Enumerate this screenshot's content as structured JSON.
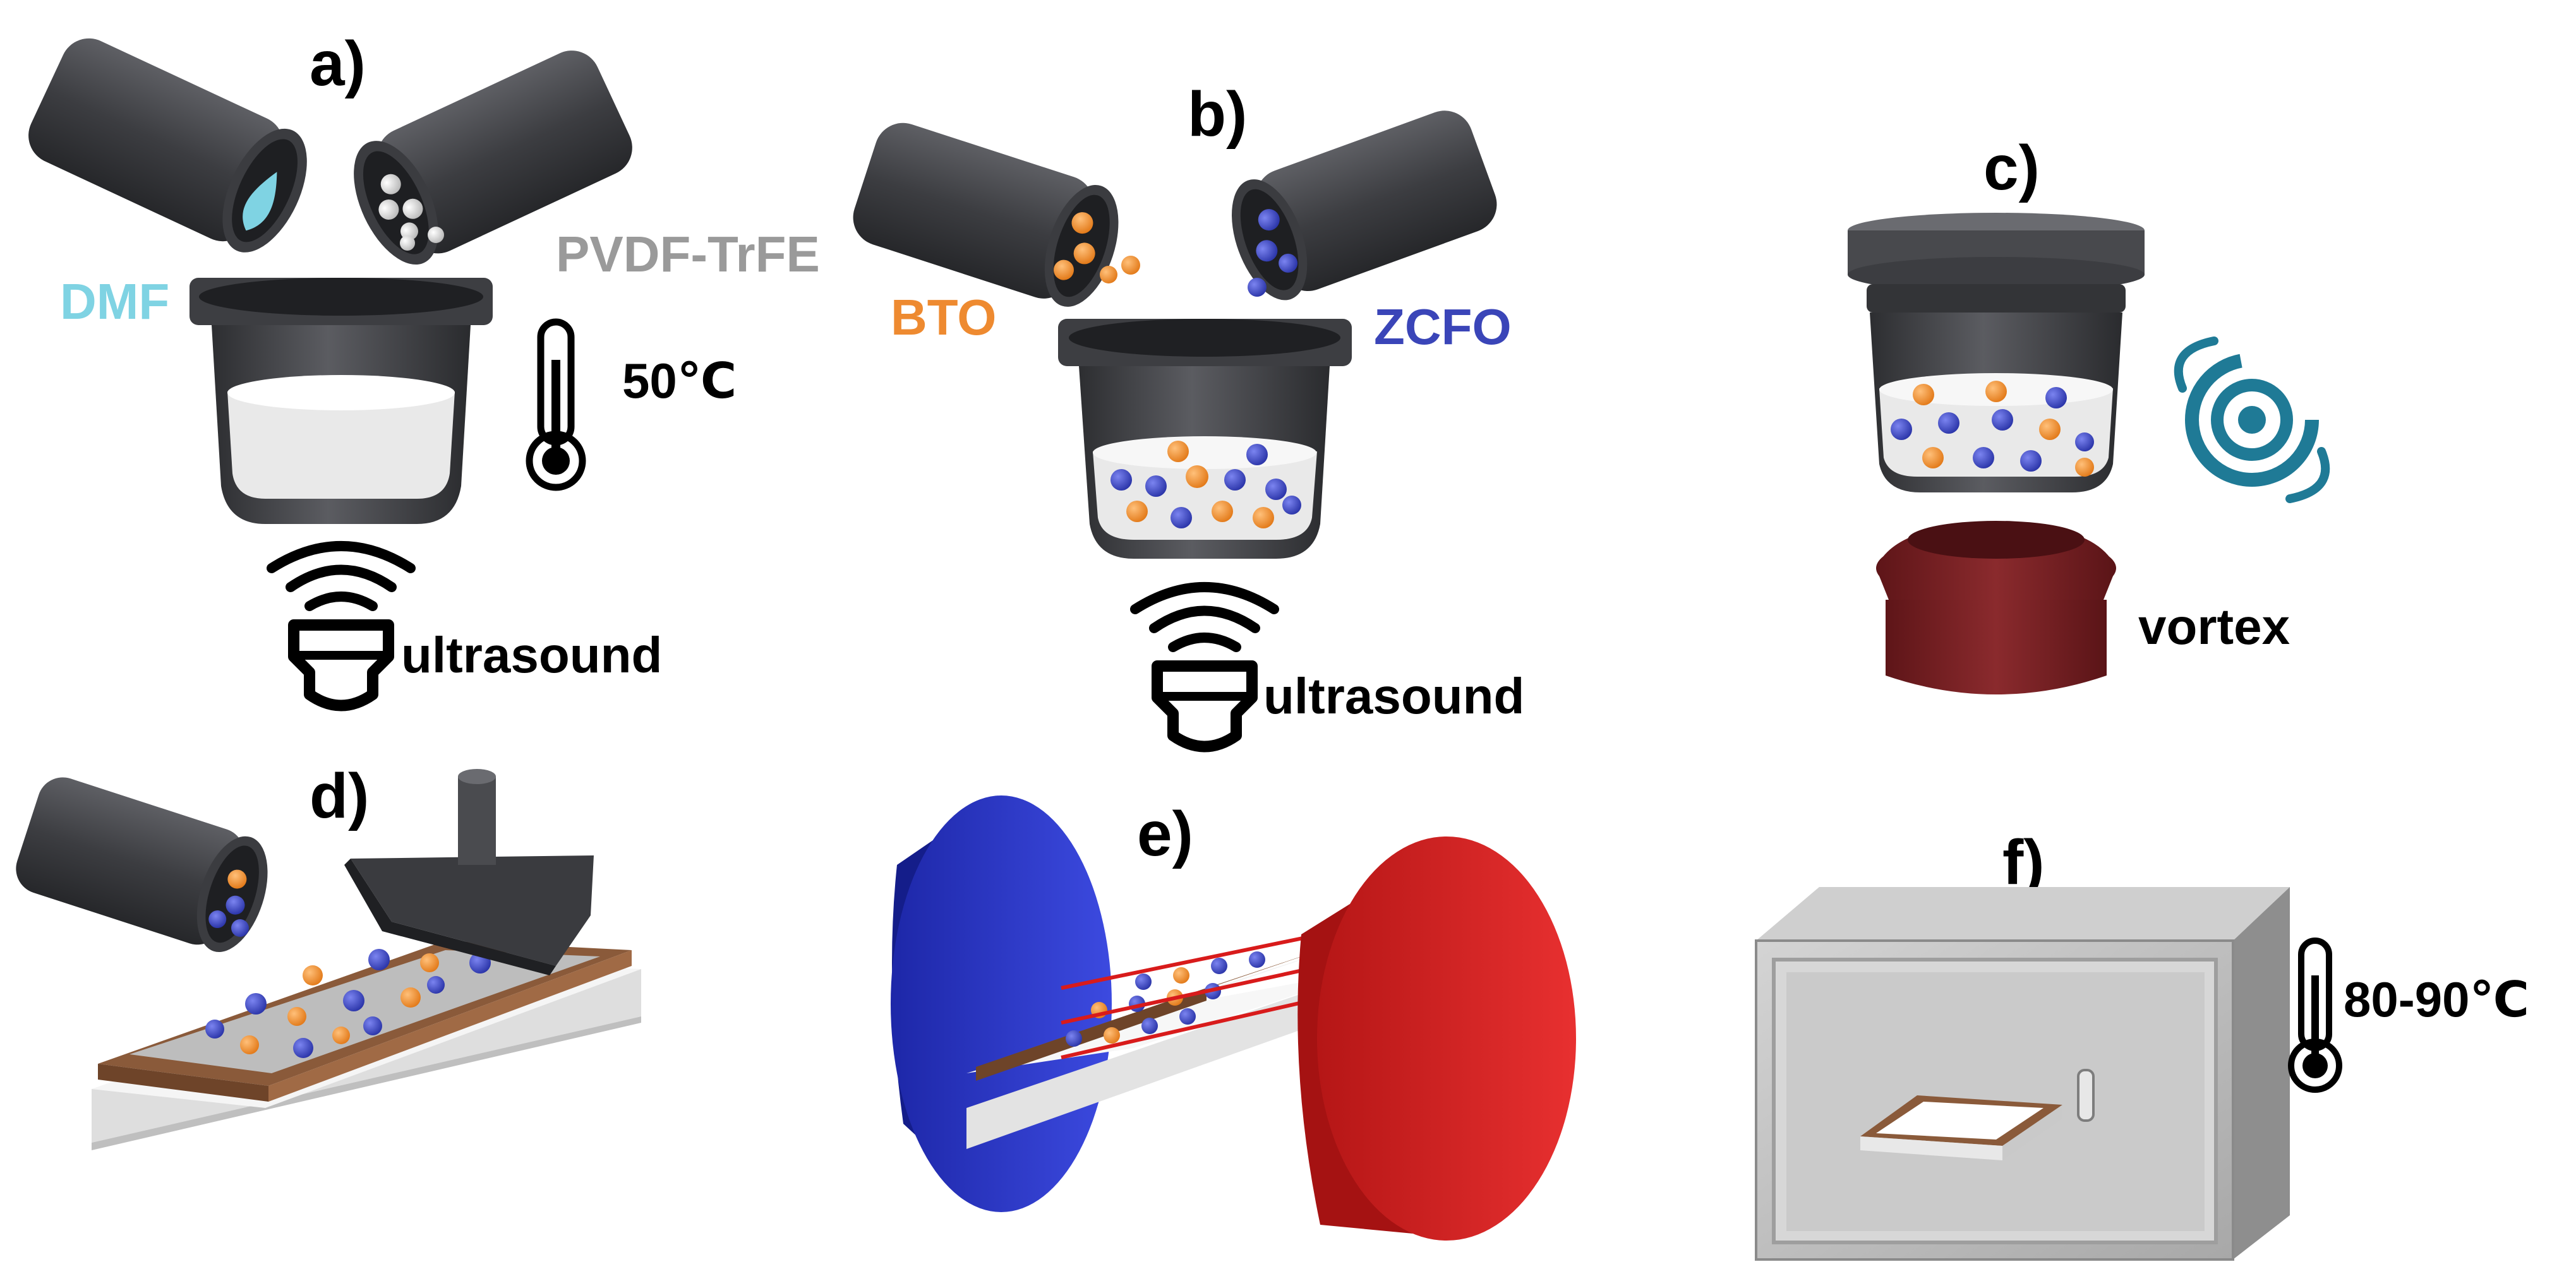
{
  "panels": {
    "a": {
      "label": "a)",
      "solvent": "DMF",
      "polymer": "PVDF-TrFE",
      "temperature": "50℃",
      "mixing": "ultrasound"
    },
    "b": {
      "label": "b)",
      "particle1": "BTO",
      "particle2": "ZCFO",
      "mixing": "ultrasound"
    },
    "c": {
      "label": "c)",
      "mixing": "vortex"
    },
    "d": {
      "label": "d)"
    },
    "e": {
      "label": "e)"
    },
    "f": {
      "label": "f)",
      "temperature": "80-90℃"
    }
  },
  "colors": {
    "dmf": "#7fd3e3",
    "pvdf": "#9a9a9a",
    "bto": "#ee8a30",
    "zcfo": "#3a45b8",
    "magnet_north": "#2633c9",
    "magnet_south": "#e02424",
    "vortex_base": "#7a1f22",
    "vortex_icon": "#1f7a96",
    "container": "#4a4b4f",
    "oven": "#b9b9b9",
    "substrate": "#8a5a3a"
  },
  "icons": [
    "thermometer-icon",
    "ultrasound-probe-icon",
    "vortex-icon",
    "magnet-north-icon",
    "magnet-south-icon",
    "oven-icon"
  ]
}
